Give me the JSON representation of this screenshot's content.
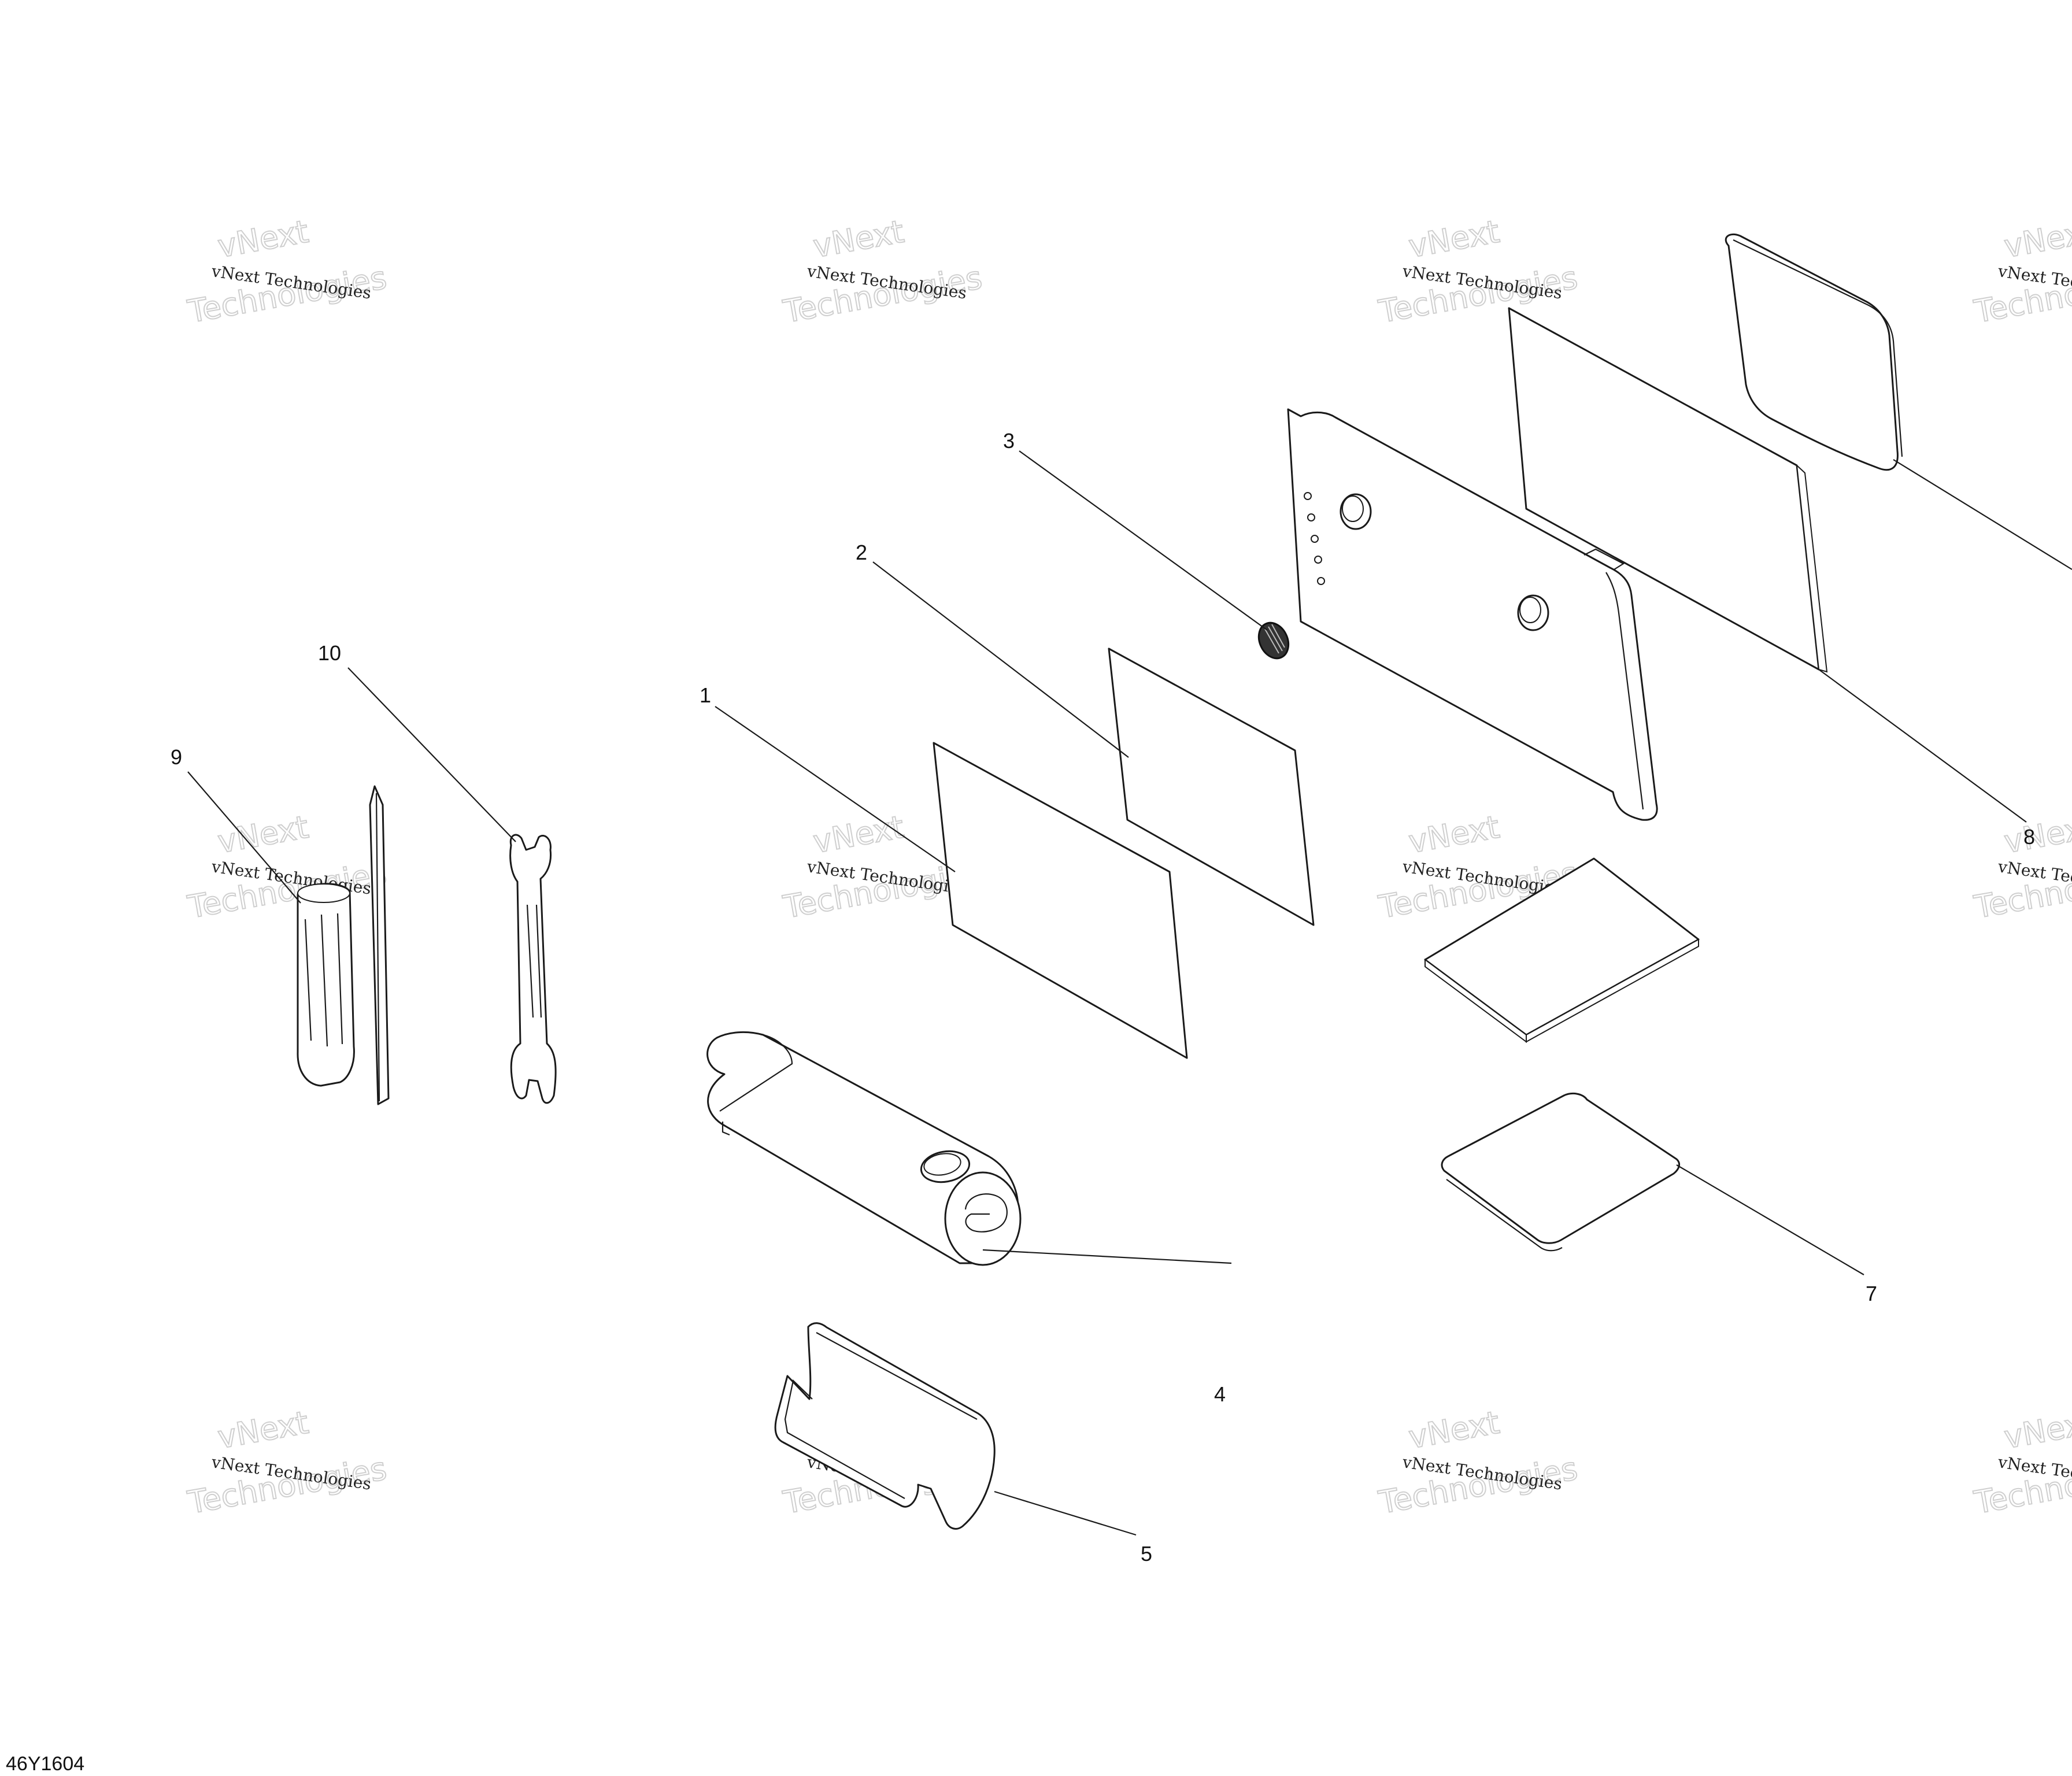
{
  "figure_id": "46Y1604",
  "watermark": {
    "line1": "vNext Technologies",
    "line2": "vNext",
    "line3": "Technologies"
  },
  "callouts": [
    "1",
    "2",
    "3",
    "4",
    "5",
    "7",
    "8",
    "9",
    "10"
  ],
  "colors": {
    "line": "#1a1a1a",
    "background": "#ffffff",
    "watermark_outline": "#cfcfcf"
  }
}
